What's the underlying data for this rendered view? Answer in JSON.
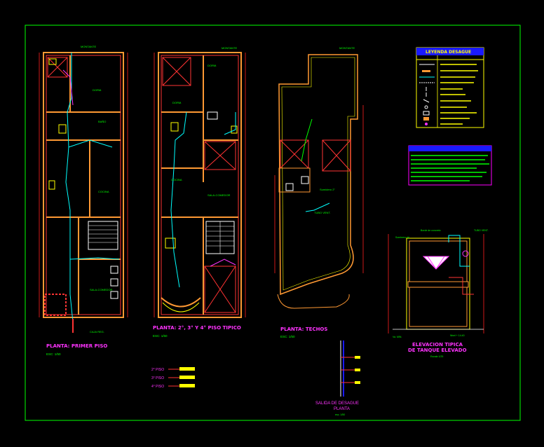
{
  "colors": {
    "background": "#000000",
    "frame": "#00ff00",
    "walls": "#ff9933",
    "dims": "#ff2020",
    "pipes": "#00ffff",
    "labels": "#00ff00",
    "titles": "#ff33ff",
    "legend_bg": "#ffff00",
    "legend_header": "#1a1aff",
    "notes_border": "#ff00ff",
    "yellow": "#ffff00"
  },
  "plans": {
    "first_floor": {
      "title": "PLANTA: PRIMER PISO",
      "scale": "ESC: 1/50"
    },
    "typical_floor": {
      "title": "PLANTA: 2°, 3° Y 4° PISO TIPICO",
      "scale": "ESC: 1/50"
    },
    "roof": {
      "title": "PLANTA: TECHOS",
      "scale": "ESC: 1/50"
    }
  },
  "legend": {
    "title": "LEYENDA DESAGUE"
  },
  "elevation": {
    "title_line1": "ELEVACION TIPICA",
    "title_line2": "DE TANQUE ELEVADO",
    "scale": "Escala 1/25"
  },
  "outlet": {
    "title_line1": "SALIDA  DE  DESAGUE",
    "title_line2": "PLANTA",
    "scale": "esc. 1/50"
  },
  "floor_labels": [
    "2° PISO",
    "3° PISO",
    "4° PISO"
  ]
}
